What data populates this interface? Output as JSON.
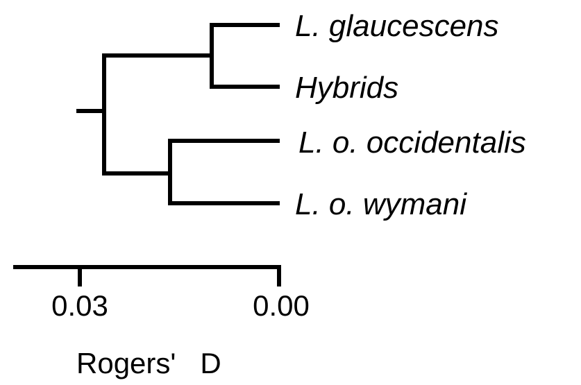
{
  "tree": {
    "taxa": [
      "L. glaucescens",
      "Hybrids",
      "L. o. occidentalis",
      "L. o. wymani"
    ]
  },
  "scale_bar": {
    "tick_labels": [
      "0.03",
      "0.00"
    ],
    "title": "Rogers'   D"
  }
}
